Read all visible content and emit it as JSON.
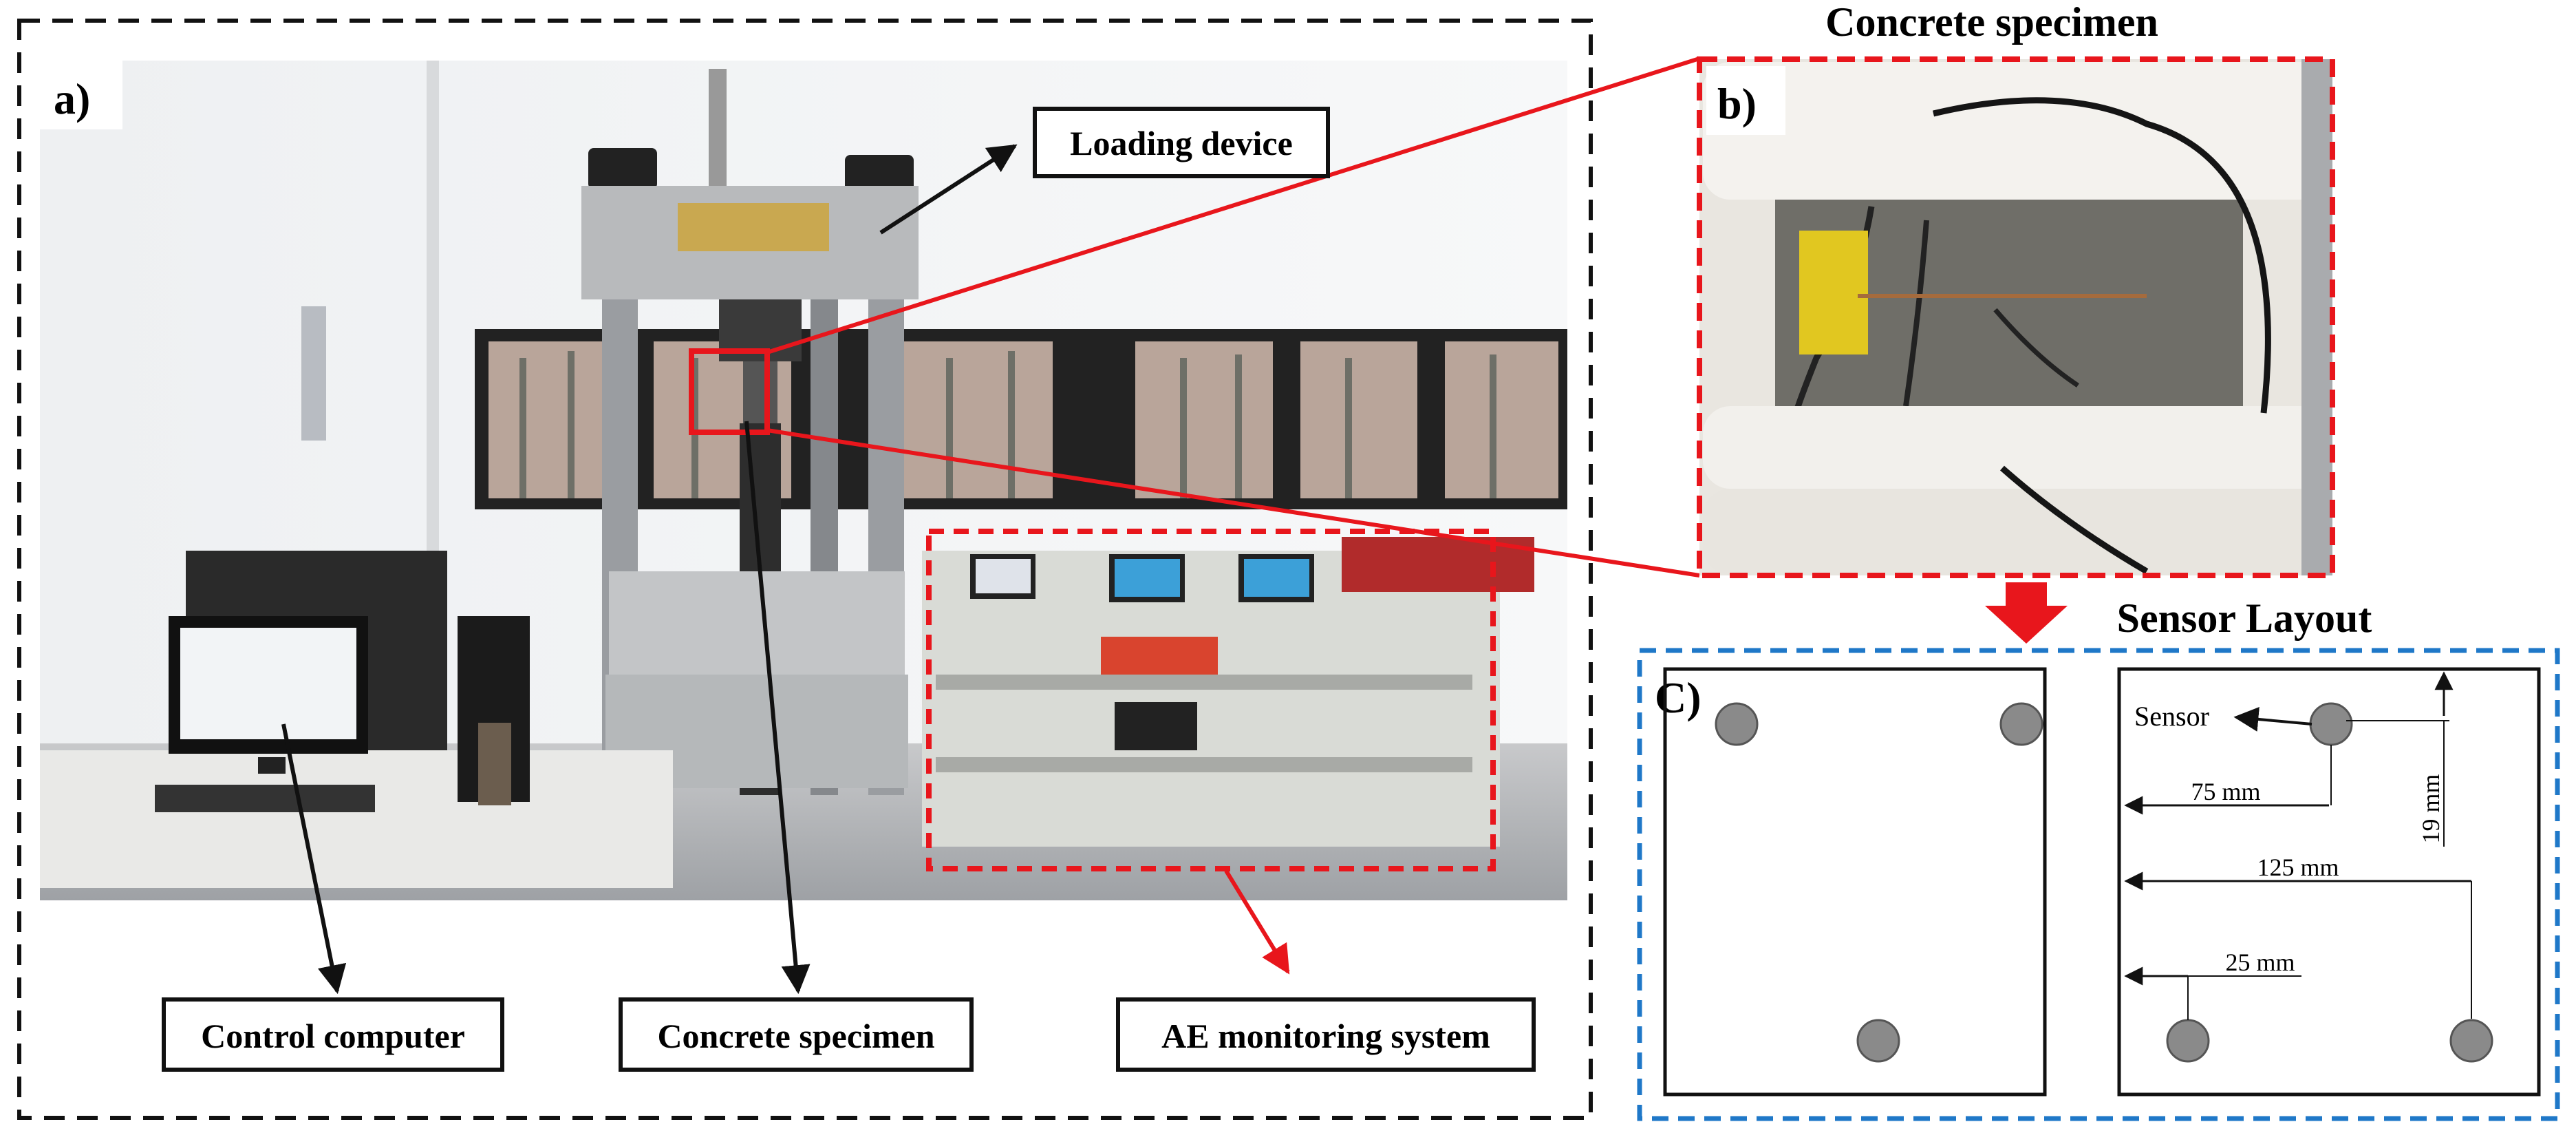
{
  "panels": {
    "a": {
      "tag": "a)"
    },
    "b": {
      "tag": "b)",
      "title": "Concrete specimen"
    },
    "c": {
      "tag": "C)",
      "title": "Sensor Layout"
    }
  },
  "callouts": {
    "loading_device": "Loading device",
    "control_computer": "Control computer",
    "concrete_specimen": "Concrete specimen",
    "ae_monitoring_system": "AE monitoring system"
  },
  "sensor_layout": {
    "sensor_label": "Sensor",
    "dim_75": "75 mm",
    "dim_19": "19 mm",
    "dim_125": "125 mm",
    "dim_25": "25 mm"
  },
  "colors": {
    "red": "#e8161c",
    "blue": "#1f78c8",
    "black": "#111111",
    "sensor_gray": "#8a8a8a"
  }
}
